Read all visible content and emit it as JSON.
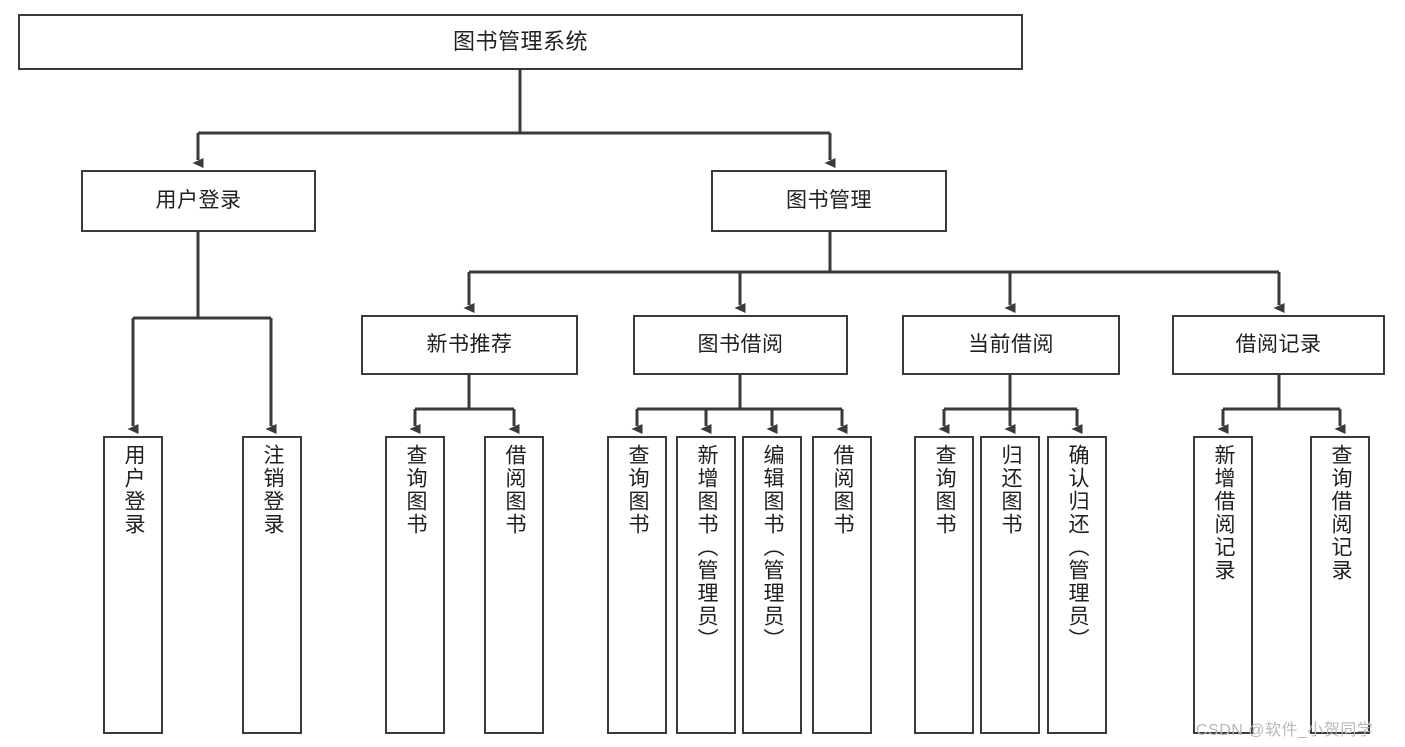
{
  "diagram": {
    "title": "图书管理系统",
    "type": "tree-hierarchy-diagram",
    "colors": {
      "box_border": "#3a3a3a",
      "box_fill": "#ffffff",
      "edge": "#3a3a3a",
      "text": "#1f1f1f",
      "watermark": "#b9b9b9",
      "background": "#ffffff"
    },
    "watermark": "CSDN @软件_小贺同学",
    "nodes": {
      "root": {
        "label": "图书管理系统"
      },
      "level2": [
        {
          "id": "user-login",
          "label": "用户登录"
        },
        {
          "id": "book-management",
          "label": "图书管理"
        }
      ],
      "level3": [
        {
          "id": "new-book-recommend",
          "label": "新书推荐"
        },
        {
          "id": "book-borrow",
          "label": "图书借阅"
        },
        {
          "id": "current-borrow",
          "label": "当前借阅"
        },
        {
          "id": "borrow-record",
          "label": "借阅记录"
        }
      ],
      "leaves": {
        "user-login": [
          {
            "id": "leaf-user-login",
            "label": "用户登录"
          },
          {
            "id": "leaf-logout-login",
            "label": "注销登录"
          }
        ],
        "new-book-recommend": [
          {
            "id": "leaf-query-book-1",
            "label": "查询图书"
          },
          {
            "id": "leaf-borrow-book-1",
            "label": "借阅图书"
          }
        ],
        "book-borrow": [
          {
            "id": "leaf-query-book-2",
            "label": "查询图书"
          },
          {
            "id": "leaf-add-book",
            "label": "新增图书（管理员）"
          },
          {
            "id": "leaf-edit-book",
            "label": "编辑图书（管理员）"
          },
          {
            "id": "leaf-borrow-book-2",
            "label": "借阅图书"
          }
        ],
        "current-borrow": [
          {
            "id": "leaf-query-book-3",
            "label": "查询图书"
          },
          {
            "id": "leaf-return-book",
            "label": "归还图书"
          },
          {
            "id": "leaf-confirm-return",
            "label": "确认归还（管理员）"
          }
        ],
        "borrow-record": [
          {
            "id": "leaf-add-record",
            "label": "新增借阅记录"
          },
          {
            "id": "leaf-query-record",
            "label": "查询借阅记录"
          }
        ]
      }
    }
  }
}
